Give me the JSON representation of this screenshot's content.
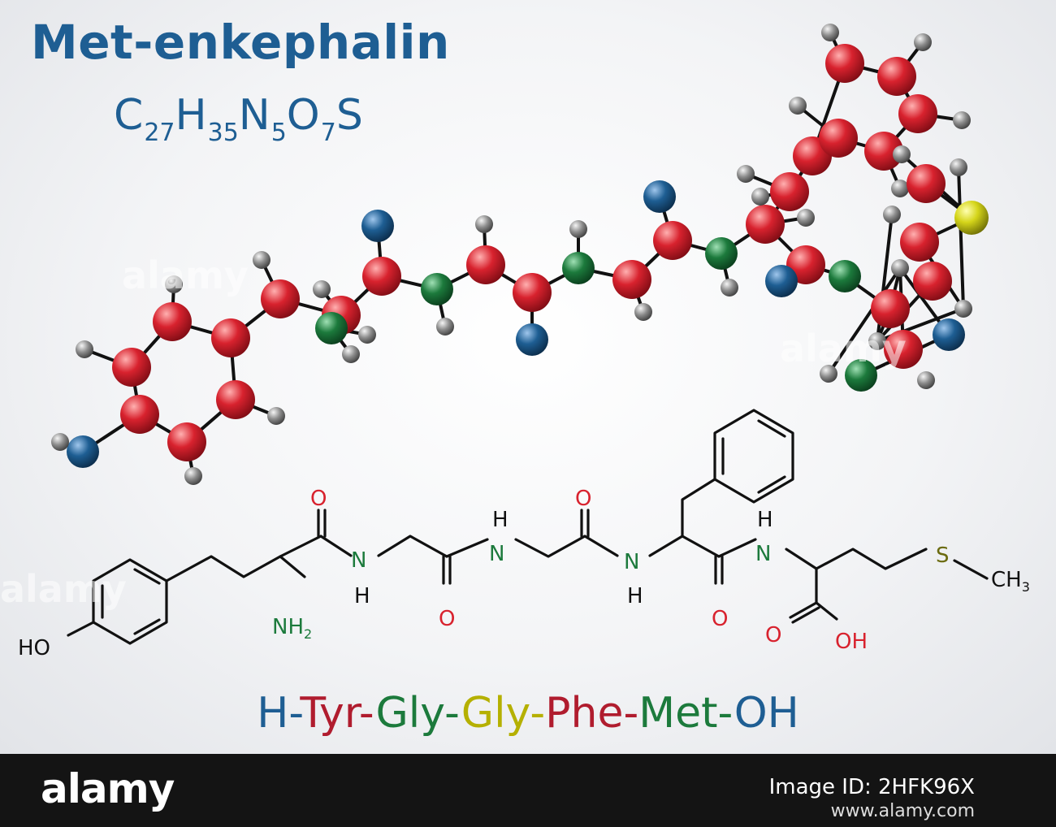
{
  "title": "Met-enkephalin",
  "formula": [
    {
      "t": "C",
      "sub": "27"
    },
    {
      "t": "H",
      "sub": "35"
    },
    {
      "t": "N",
      "sub": "5"
    },
    {
      "t": "O",
      "sub": "7"
    },
    {
      "t": "S",
      "sub": ""
    }
  ],
  "sequence": [
    {
      "t": "H",
      "color": "#1e5e93"
    },
    {
      "t": "-",
      "color": "#1e5e93"
    },
    {
      "t": "Tyr",
      "color": "#b01c2e"
    },
    {
      "t": "-",
      "color": "#b01c2e"
    },
    {
      "t": "Gly",
      "color": "#1c7a3c"
    },
    {
      "t": "-",
      "color": "#1c7a3c"
    },
    {
      "t": "Gly",
      "color": "#b5b000"
    },
    {
      "t": "-",
      "color": "#b5b000"
    },
    {
      "t": "Phe",
      "color": "#b01c2e"
    },
    {
      "t": "-",
      "color": "#b01c2e"
    },
    {
      "t": "Met",
      "color": "#1c7a3c"
    },
    {
      "t": "-",
      "color": "#1c7a3c"
    },
    {
      "t": "OH",
      "color": "#1e5e93"
    }
  ],
  "structure_labels": {
    "ho": "HO",
    "nh2": "NH",
    "nh2_sub": "2",
    "o": "O",
    "n": "N",
    "h": "H",
    "s": "S",
    "ch3": "CH",
    "ch3_sub": "3",
    "oh": "OH"
  },
  "colors": {
    "title": "#1e5e93",
    "carbon": "#d8222e",
    "nitrogen_amide": "#1c7a3c",
    "nitrogen_oxygen": "#1e5e93",
    "hydrogen": "#8c8c8c",
    "sulfur": "#d5d51a",
    "label_o": "#d8222e",
    "label_n": "#1c7a3c",
    "label_s": "#6b6b10"
  },
  "footer": {
    "brand": "alamy",
    "image_id": "Image ID: 2HFK96X",
    "site": "www.alamy.com"
  },
  "watermark": "alamy"
}
